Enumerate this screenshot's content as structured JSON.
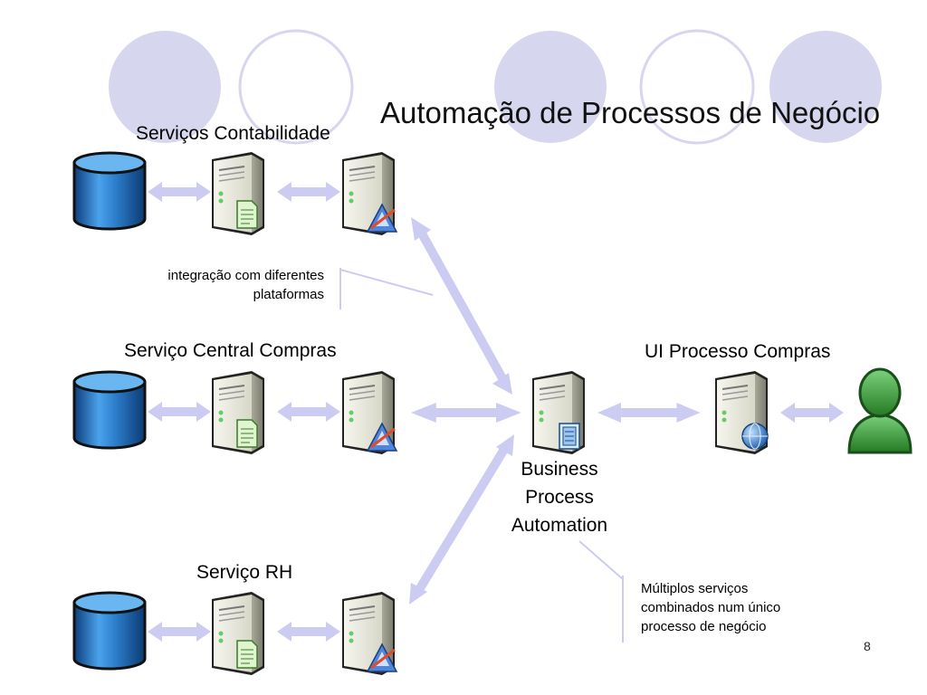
{
  "slide": {
    "title": "Automação de Processos de Negócio",
    "page_number": "8"
  },
  "groups": {
    "contabilidade": "Serviços Contabilidade",
    "compras": "Serviço Central Compras",
    "rh": "Serviço RH",
    "ui": "UI Processo Compras"
  },
  "hub": {
    "line1": "Business",
    "line2": "Process",
    "line3": "Automation"
  },
  "notes": {
    "integration_line1": "integração com diferentes",
    "integration_line2": "plataformas",
    "combined_line1": "Múltiplos serviços",
    "combined_line2": "combinados num único",
    "combined_line3": "processo de negócio"
  },
  "colors": {
    "circle_filled": "#d6d6ee",
    "circle_outline": "#d6d6ee",
    "arrow": "#ccccf2",
    "db_blue": "#2b7bc8",
    "user_green": "#3fa33f"
  },
  "icons": [
    "database-icon",
    "document-server-icon",
    "app-server-icon",
    "process-server-icon",
    "web-server-icon",
    "user-icon"
  ]
}
